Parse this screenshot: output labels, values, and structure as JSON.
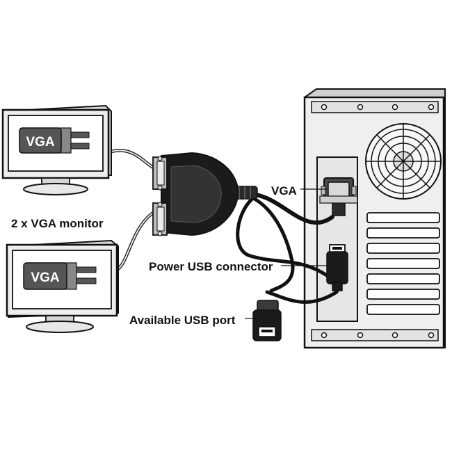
{
  "labels": {
    "monitors": "2 x VGA monitor",
    "vga": "VGA",
    "power_usb": "Power USB connector",
    "available_usb": "Available USB port"
  },
  "monitor_screen_text": "VGA",
  "colors": {
    "line": "#111111",
    "fill_light": "#f2f2f2",
    "fill_mid": "#d9d9d9",
    "fill_dark": "#3a3a3a",
    "connector_black": "#1b1b1b"
  },
  "icons": [
    "monitor-icon",
    "vga-splitter-icon",
    "pc-tower-icon",
    "vga-plug-icon",
    "usb-plug-icon"
  ]
}
